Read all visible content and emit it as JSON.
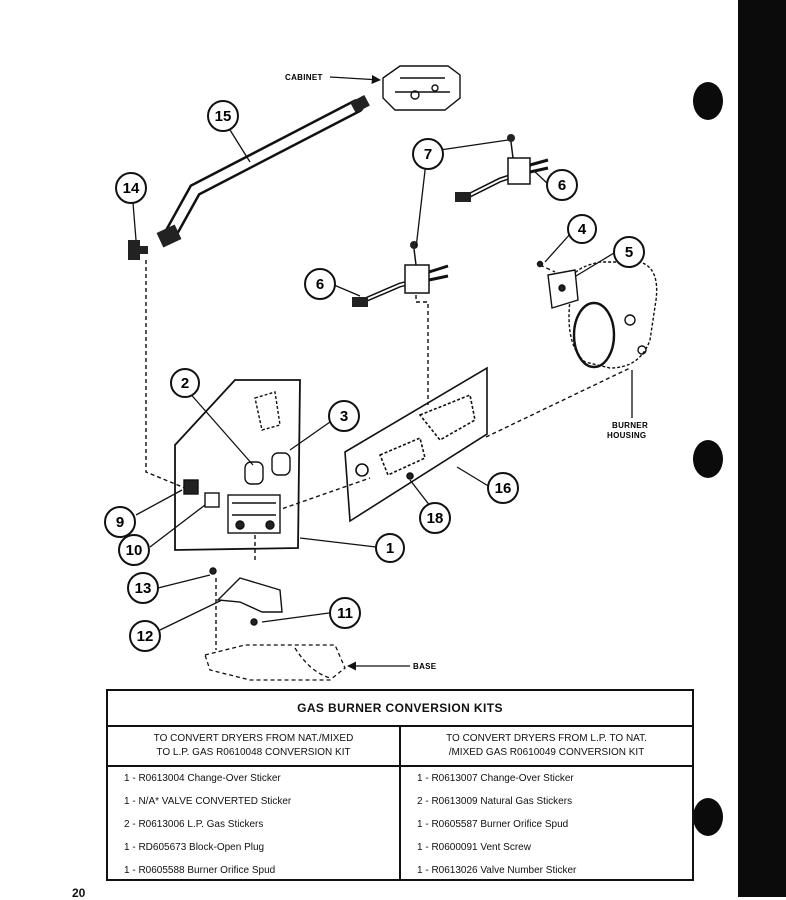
{
  "diagram": {
    "labels": {
      "cabinet": "CABINET",
      "burner_housing_1": "BURNER",
      "burner_housing_2": "HOUSING",
      "base": "BASE"
    },
    "callouts": {
      "c1": "1",
      "c2": "2",
      "c3": "3",
      "c4": "4",
      "c5": "5",
      "c6a": "6",
      "c6b": "6",
      "c7": "7",
      "c9": "9",
      "c10": "10",
      "c11": "11",
      "c12": "12",
      "c13": "13",
      "c14": "14",
      "c15": "15",
      "c16": "16",
      "c18": "18"
    }
  },
  "table": {
    "title": "GAS BURNER CONVERSION KITS",
    "left": {
      "header_line1": "TO CONVERT DRYERS FROM  NAT./MIXED",
      "header_line2": "TO L.P. GAS R0610048 CONVERSION KIT",
      "rows": [
        "1 -   R0613004  Change-Over Sticker",
        "1 -   N/A*  VALVE CONVERTED Sticker",
        "2 -   R0613006  L.P. Gas Stickers",
        "1 -   RD605673  Block-Open Plug",
        "1 -   R0605588 Burner Orifice Spud"
      ]
    },
    "right": {
      "header_line1": "TO CONVERT DRYERS FROM L.P. TO NAT.",
      "header_line2": "/MIXED GAS R0610049 CONVERSION KIT",
      "rows": [
        "1 -  R0613007 Change-Over Sticker",
        "2 -  R0613009 Natural Gas Stickers",
        "1 -  R0605587 Burner Orifice Spud",
        "1 -  R0600091 Vent Screw",
        "1 -  R0613026 Valve Number Sticker"
      ]
    }
  },
  "page_number": "20"
}
